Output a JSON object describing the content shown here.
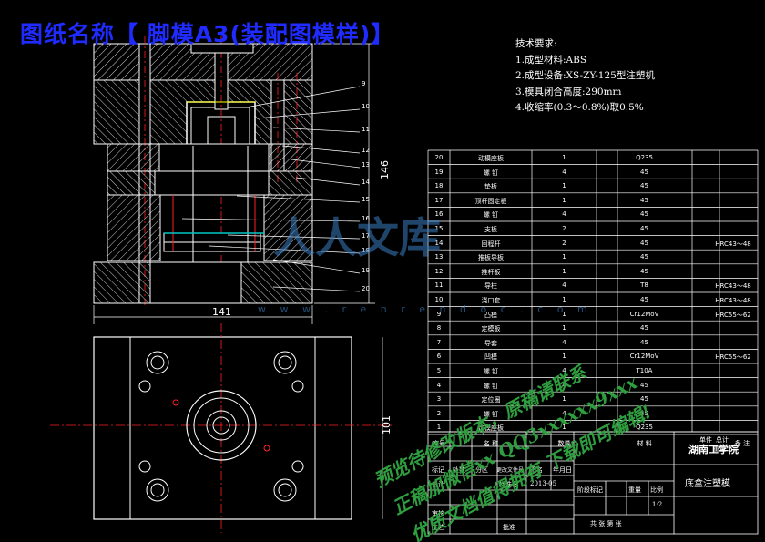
{
  "title": "图纸名称【 脚模A3(装配图模样)】",
  "tech_requirements": {
    "heading": "技术要求:",
    "items": [
      "1.成型材料:ABS",
      "2.成型设备:XS-ZY-125型注塑机",
      "3.模具闭合高度:290mm",
      "4.收缩率(0.3～0.8%)取0.5%"
    ]
  },
  "dimensions": {
    "width_top": "141",
    "height_right": "146",
    "height_bottom": "101"
  },
  "part_numbers": [
    "9",
    "10",
    "11",
    "12",
    "13",
    "14",
    "15",
    "16",
    "17",
    "18",
    "19",
    "20"
  ],
  "bom_rows": [
    {
      "no": "20",
      "name": "动模座板",
      "qty": "1",
      "mat": "Q235",
      "note": ""
    },
    {
      "no": "19",
      "name": "螺 钉",
      "qty": "4",
      "mat": "45",
      "note": ""
    },
    {
      "no": "18",
      "name": "垫板",
      "qty": "1",
      "mat": "45",
      "note": ""
    },
    {
      "no": "17",
      "name": "顶杆固定板",
      "qty": "1",
      "mat": "45",
      "note": ""
    },
    {
      "no": "16",
      "name": "螺 钉",
      "qty": "4",
      "mat": "45",
      "note": ""
    },
    {
      "no": "15",
      "name": "支板",
      "qty": "2",
      "mat": "45",
      "note": ""
    },
    {
      "no": "14",
      "name": "回程杆",
      "qty": "2",
      "mat": "45",
      "note": "HRC43～48"
    },
    {
      "no": "13",
      "name": "推板导板",
      "qty": "1",
      "mat": "45",
      "note": ""
    },
    {
      "no": "12",
      "name": "推杆板",
      "qty": "1",
      "mat": "45",
      "note": ""
    },
    {
      "no": "11",
      "name": "导柱",
      "qty": "4",
      "mat": "T8",
      "note": "HRC43～48"
    },
    {
      "no": "10",
      "name": "浇口套",
      "qty": "1",
      "mat": "45",
      "note": "HRC43～48"
    },
    {
      "no": "9",
      "name": "凸模",
      "qty": "1",
      "mat": "Cr12MoV",
      "note": "HRC55～62"
    },
    {
      "no": "8",
      "name": "定模板",
      "qty": "1",
      "mat": "45",
      "note": ""
    },
    {
      "no": "7",
      "name": "导套",
      "qty": "4",
      "mat": "45",
      "note": ""
    },
    {
      "no": "6",
      "name": "凹模",
      "qty": "1",
      "mat": "Cr12MoV",
      "note": "HRC55～62"
    },
    {
      "no": "5",
      "name": "螺 钉",
      "qty": "4",
      "mat": "T10A",
      "note": ""
    },
    {
      "no": "4",
      "name": "螺 钉",
      "qty": "4",
      "mat": "45",
      "note": ""
    },
    {
      "no": "3",
      "name": "定位圈",
      "qty": "1",
      "mat": "45",
      "note": ""
    },
    {
      "no": "2",
      "name": "螺 钉",
      "qty": "4",
      "mat": "45",
      "note": ""
    },
    {
      "no": "1",
      "name": "定模座板",
      "qty": "1",
      "mat": "Q235",
      "note": ""
    }
  ],
  "bom_header": {
    "no": "序号",
    "name": "名 称",
    "qty": "数量",
    "mat": "材 料",
    "weight_single": "单件",
    "weight_total": "总计",
    "weight": "重量",
    "note": "备 注"
  },
  "title_block": {
    "school": "湖南工学院",
    "drawing_name": "底盒注塑模",
    "scale": "1:2",
    "stage": "阶段标记",
    "weight": "重量",
    "ratio": "比例",
    "date": "2013-05",
    "standardize": "标准化",
    "designer": "设计",
    "checker": "审核",
    "process": "工艺",
    "approve": "批准",
    "marks": "标记",
    "count": "处数",
    "zone": "分区",
    "doc_no": "更改文件号",
    "signature": "签名",
    "ymd": "年月日",
    "sheets": "共 张 第 张"
  },
  "watermark": {
    "logo": "人人文库",
    "url": "w w w . r e n r e n d o c . c o m"
  },
  "promo_lines": [
    "预览待修改版本，原稿请联系",
    "正稿加微信xx QQ3xxxxxx9xxx",
    "优质文档值得拥有 下载即可编辑!"
  ],
  "colors": {
    "outline": "#ffffff",
    "hatch": "#ffffff",
    "center": "#ff2020",
    "accent_red": "#ff3030",
    "cyan": "#00c8c8",
    "yellow": "#ffff00",
    "title": "#1f2bff",
    "promo": "#2f9e3f",
    "watermark": "#3b7fc4"
  }
}
